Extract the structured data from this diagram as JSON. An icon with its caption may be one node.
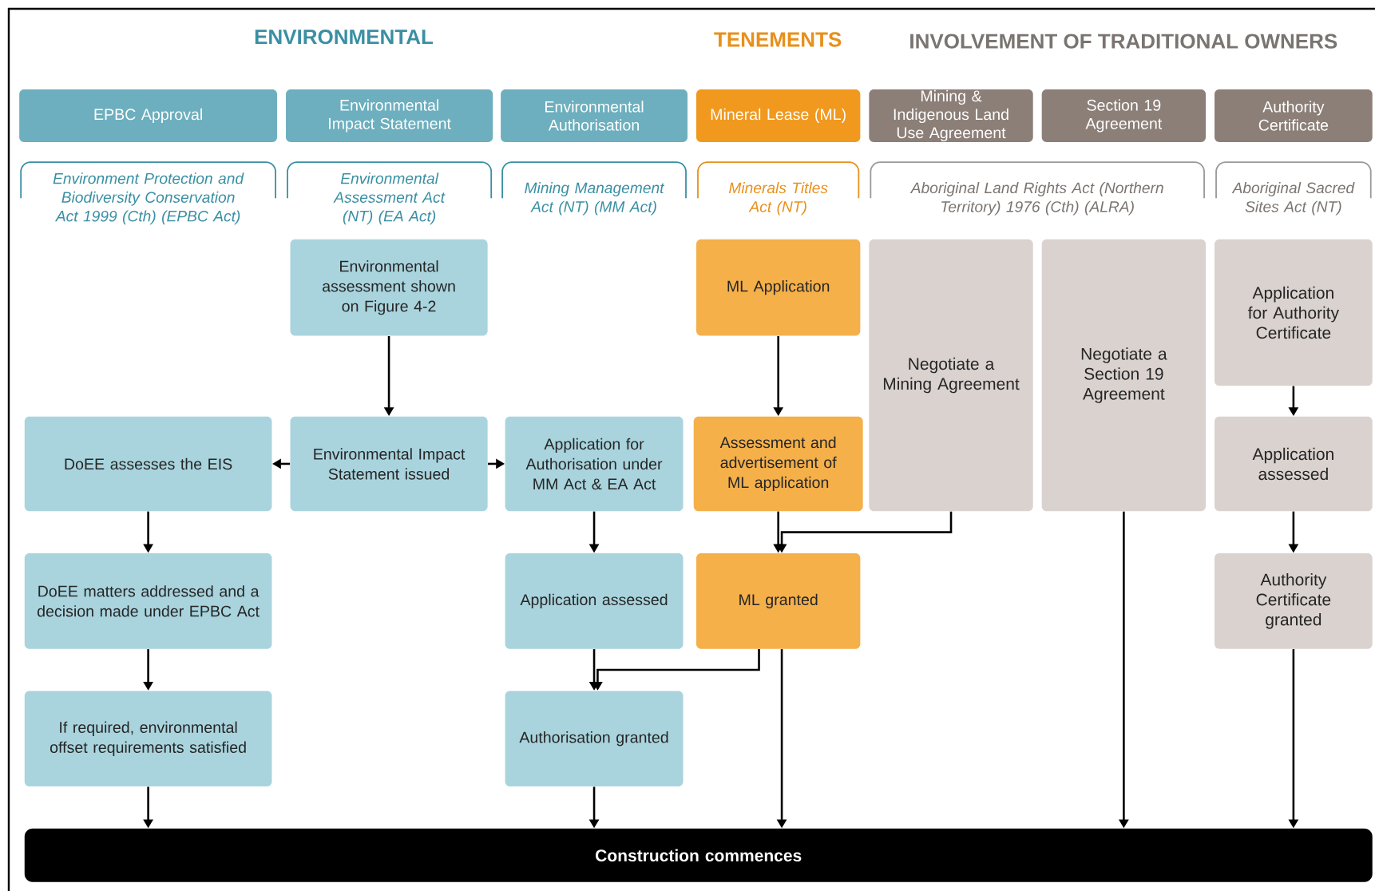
{
  "diagram": {
    "nodes": [
      {
        "text": [
          "EPBC Approval"
        ]
      },
      {
        "text": [
          "Environmental Impact Statement"
        ]
      },
      {
        "text": [
          "Environmental Authorisation"
        ]
      },
      {
        "text": [
          "Mineral Lease (ML)"
        ]
      },
      {
        "text": [
          "Mining & Indigenous Land Use Agreement"
        ]
      },
      {
        "text": [
          "Section 19 Agreement"
        ]
      },
      {
        "text": [
          "Authority Certificate"
        ]
      },
      {
        "text": [
          "*Environment Protection and Biodiversity Conservation Act 1999* (Cth) (EPBC Act)"
        ]
      },
      {
        "text": [
          "*Environmental Assessment Act* (NT) (EA Act)"
        ]
      },
      {
        "text": [
          "*Mining Management Act* (NT) (MM Act)"
        ]
      },
      {
        "text": [
          "*Minerals Titles Act* (NT)"
        ]
      },
      {
        "text": [
          "*Aboriginal Land Rights Act (Northern Territory) 1976* (Cth) (ALRA)"
        ]
      },
      {
        "text": [
          "*Aboriginal Sacred Sites Act* (NT)"
        ]
      },
      {
        "text": [
          "Environmental assessment shown on Figure 4-2"
        ]
      },
      {
        "text": [
          "ML Application"
        ]
      },
      {
        "text": [
          "Negotiate a Mining Agreement"
        ]
      },
      {
        "text": [
          "Negotiate a Section 19 Agreement"
        ]
      },
      {
        "text": [
          "Application for Authority Certificate"
        ]
      },
      {
        "text": [
          "DoEE assesses the EIS"
        ]
      },
      {
        "text": [
          "Environmental Impact Statement issued"
        ]
      },
      {
        "text": [
          "Application for Authorisation under MM Act & EA Act"
        ]
      },
      {
        "text": [
          "Assessment and advertisement of ML application"
        ]
      },
      {
        "text": [
          "Application assessed"
        ]
      },
      {
        "text": [
          "DoEE matters addressed and a decision made under EPBC Act"
        ]
      },
      {
        "text": [
          "Application assessed"
        ]
      },
      {
        "text": [
          "ML granted"
        ]
      },
      {
        "text": [
          "Authority Certificate granted"
        ]
      },
      {
        "text": [
          "If required, environmental offset requirements satisfied"
        ]
      },
      {
        "text": [
          "Authorisation granted"
        ]
      },
      {
        "text": [
          "Construction commences"
        ]
      }
    ],
    "edges": [
      {
        "from": 13,
        "to": 19,
        "arrow": "to"
      },
      {
        "from": 19,
        "to": 18,
        "arrow": "to"
      },
      {
        "from": 19,
        "to": 20,
        "arrow": "to"
      },
      {
        "from": 14,
        "to": 21,
        "arrow": "to"
      },
      {
        "from": 21,
        "to": 25,
        "arrow": "to"
      },
      {
        "from": 15,
        "to": 25,
        "arrow": "to"
      },
      {
        "from": 17,
        "to": 22,
        "arrow": "to"
      },
      {
        "from": 22,
        "to": 26,
        "arrow": "to"
      },
      {
        "from": 18,
        "to": 23,
        "arrow": "to"
      },
      {
        "from": 23,
        "to": 27,
        "arrow": "to"
      },
      {
        "from": 20,
        "to": 24,
        "arrow": "to"
      },
      {
        "from": 24,
        "to": 28,
        "arrow": "to"
      },
      {
        "from": 25,
        "to": 28,
        "arrow": "to"
      },
      {
        "from": 27,
        "to": 29,
        "arrow": "to"
      },
      {
        "from": 28,
        "to": 29,
        "arrow": "to"
      },
      {
        "from": 25,
        "to": 29,
        "arrow": "to"
      },
      {
        "from": 16,
        "to": 29,
        "arrow": "to"
      },
      {
        "from": 26,
        "to": 29,
        "arrow": "to"
      }
    ],
    "labels": [
      "ENVIRONMENTAL",
      "TENEMENTS",
      "INVOLVEMENT OF TRADITIONAL OWNERS"
    ]
  }
}
